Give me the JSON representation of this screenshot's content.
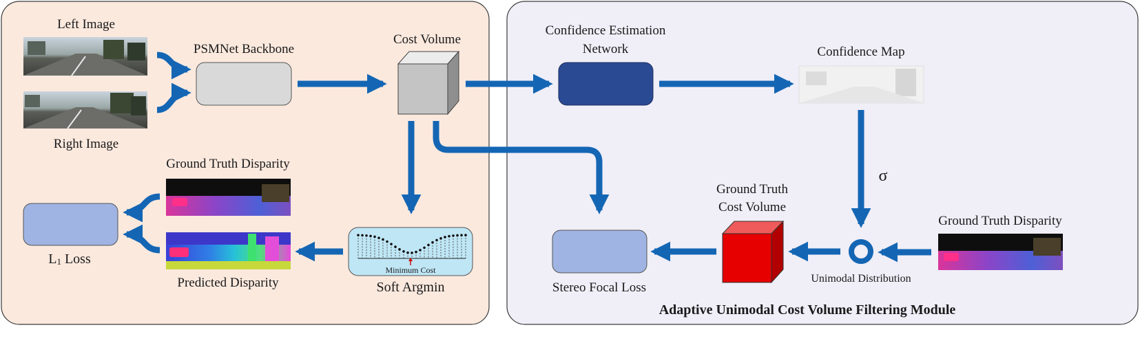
{
  "colors": {
    "left_panel_bg": "#fbe9de",
    "right_panel_bg": "#f0eef7",
    "arrow_blue": "#1466b4",
    "backbone_box": "#d9d9d9",
    "confidence_network_box": "#2a4a93",
    "loss_box": "#9fb4e2",
    "soft_argmin_box": "#bfe6f5",
    "gt_cube": "#e60000",
    "unimodal_ring": "#1466b4"
  },
  "left_panel": {
    "left_image_label": "Left Image",
    "right_image_label": "Right Image",
    "backbone_label": "PSMNet Backbone",
    "cost_volume_label": "Cost Volume",
    "gt_disparity_label": "Ground Truth Disparity",
    "predicted_disparity_label": "Predicted Disparity",
    "l1_loss_label_main": "L",
    "l1_loss_label_sub": "1",
    "l1_loss_label_rest": " Loss",
    "soft_argmin_label": "Soft Argmin",
    "minimum_cost_label": "Minimum Cost"
  },
  "right_panel": {
    "confidence_network_label_line1": "Confidence Estimation",
    "confidence_network_label_line2": "Network",
    "confidence_map_label": "Confidence Map",
    "sigma_label": "σ",
    "gt_cost_volume_label_line1": "Ground Truth",
    "gt_cost_volume_label_line2": "Cost Volume",
    "gt_disparity_label": "Ground Truth Disparity",
    "unimodal_label": "Unimodal Distribution",
    "stereo_focal_loss_label": "Stereo Focal Loss",
    "module_title": "Adaptive Unimodal Cost Volume Filtering Module"
  },
  "icons": {
    "left_image_thumb": "street-photo-icon",
    "right_image_thumb": "street-photo-icon",
    "gt_disparity_thumb": "disparity-map-icon",
    "predicted_disparity_thumb": "disparity-map-icon",
    "confidence_map_thumb": "confidence-map-icon",
    "unimodal_operator": "ring-operator-icon",
    "cost_volume": "cube-icon"
  }
}
